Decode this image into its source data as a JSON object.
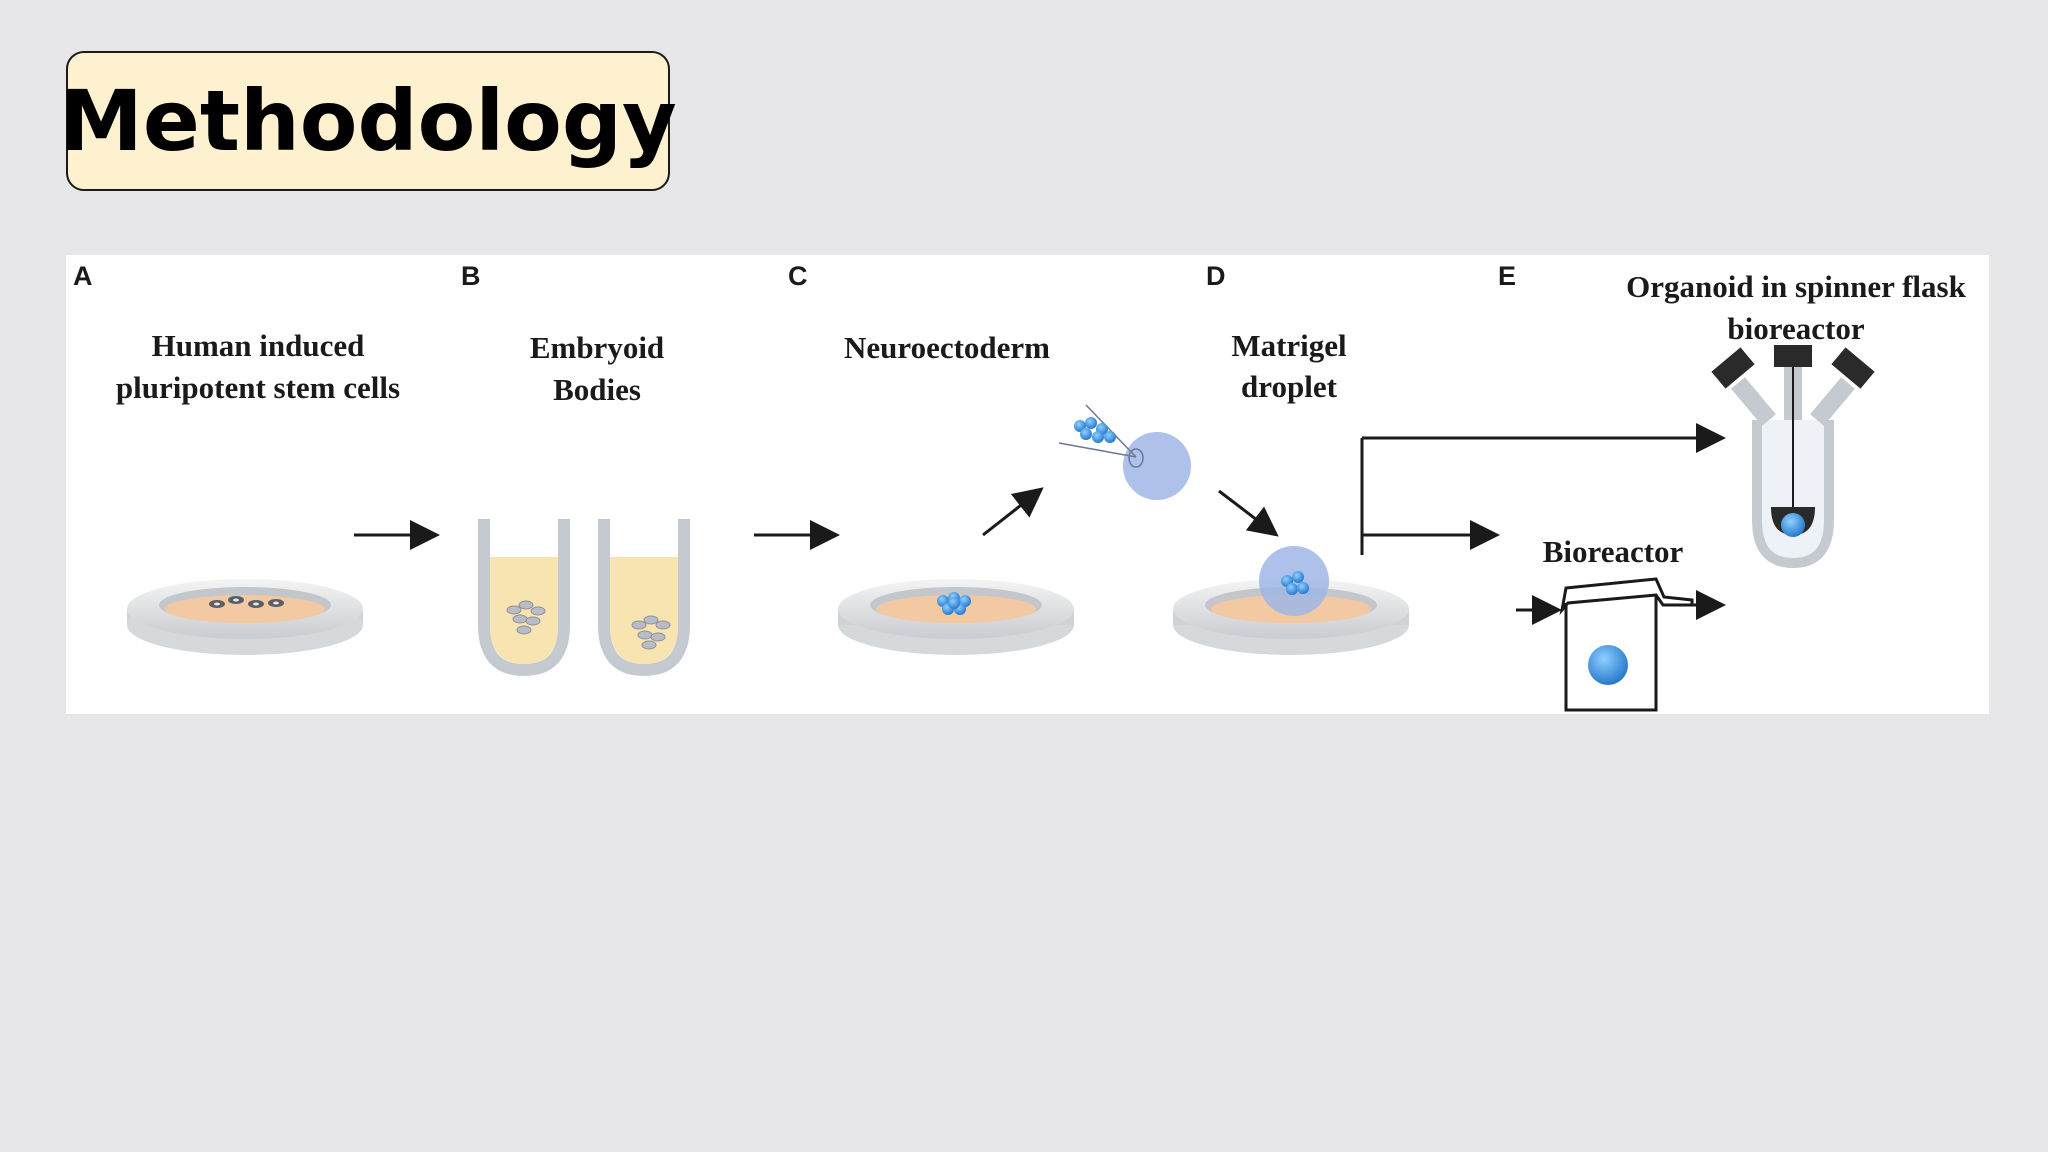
{
  "slide": {
    "title": "Methodology"
  },
  "figure": {
    "panels": [
      {
        "letter": "A",
        "label_lines": [
          "Human induced",
          "pluripotent stem cells"
        ]
      },
      {
        "letter": "B",
        "label_lines": [
          "Embryoid",
          "Bodies"
        ]
      },
      {
        "letter": "C",
        "label_lines": [
          "Neuroectoderm"
        ]
      },
      {
        "letter": "D",
        "label_lines": [
          "Matrigel",
          "droplet"
        ]
      },
      {
        "letter": "E",
        "label_lines": []
      }
    ],
    "spinner_flask_label": [
      "Organoid in spinner flask",
      "bioreactor"
    ],
    "bioreactor_label": "Bioreactor"
  },
  "colors": {
    "background": "#e7e6e9",
    "title_box": "#fdf1cf",
    "cells_blue": "#2f86d6",
    "droplet": "#9fb6e6",
    "medium": "#f7e4b0",
    "dish_interior": "#f2c9a3"
  }
}
